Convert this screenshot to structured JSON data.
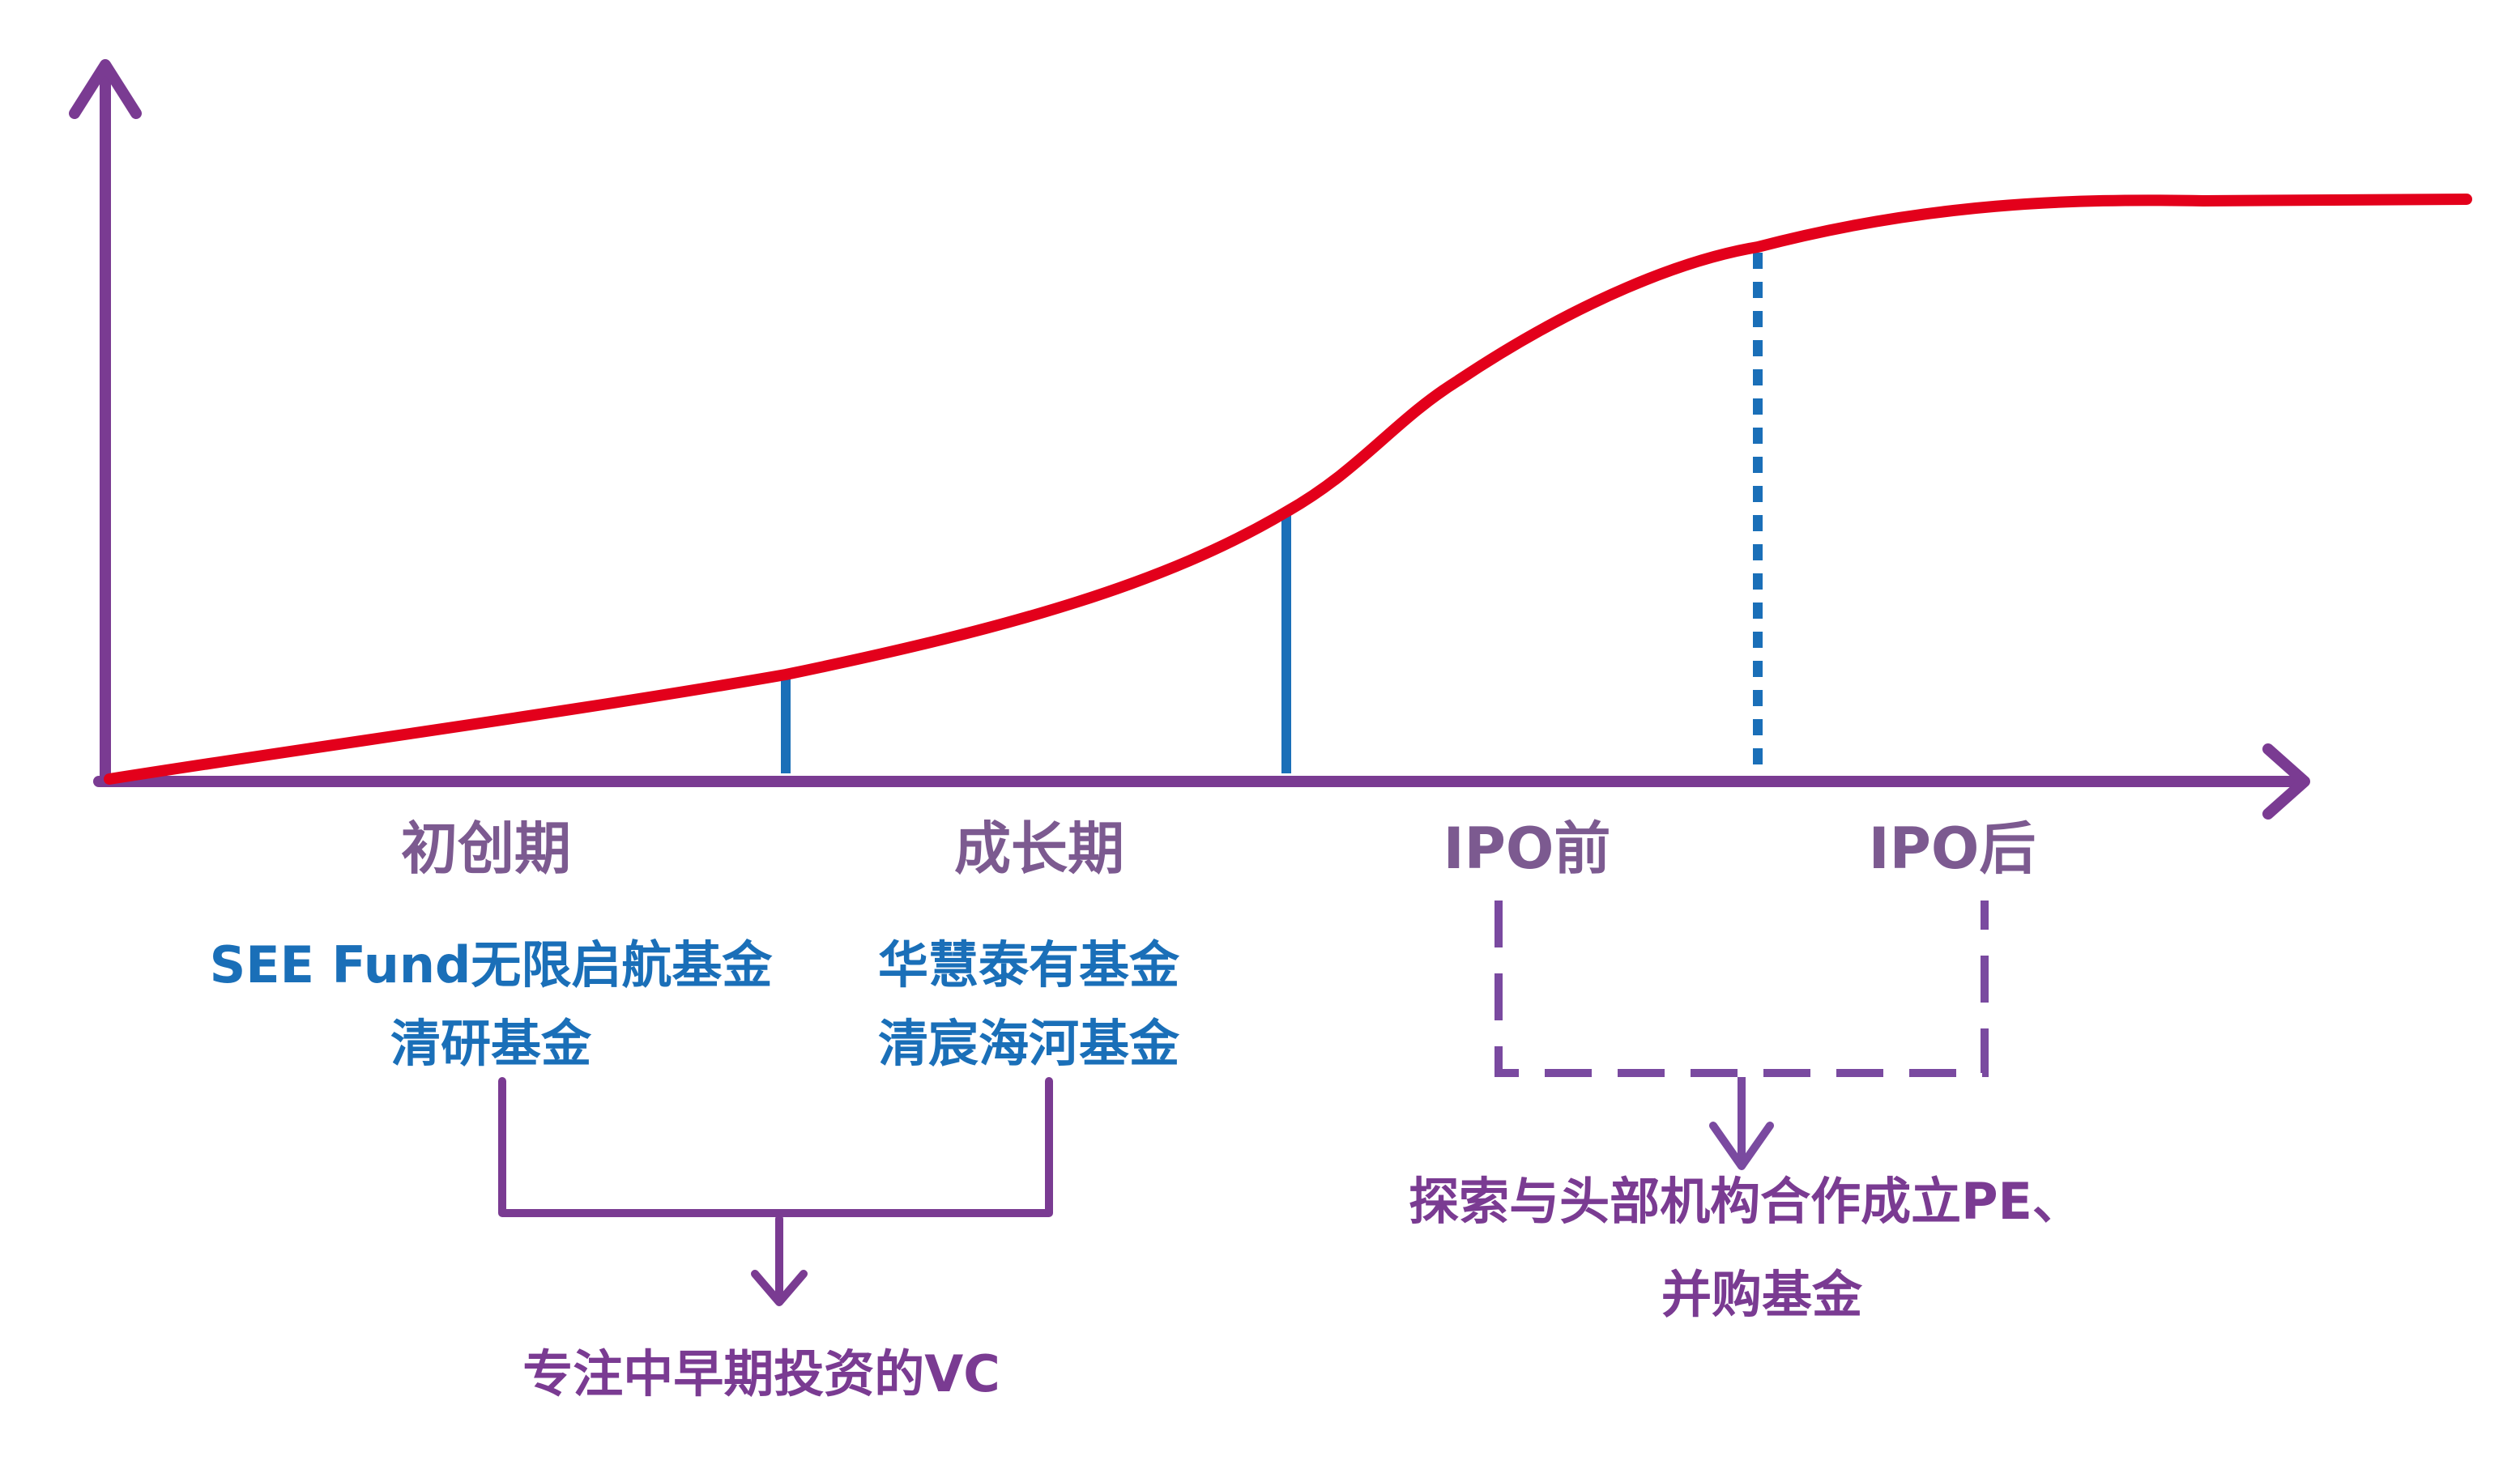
{
  "colors": {
    "axis": "#7a3b92",
    "curve": "#e3001b",
    "divider": "#1a6fb8",
    "stage_text": "#7c5a90",
    "fund_text": "#1a6fb8",
    "summary_text": "#7a3b92",
    "bracket": "#7a3b92",
    "dashed_bracket": "#7a4aa0"
  },
  "stages": {
    "early": "初创期",
    "growth": "成长期",
    "pre_ipo": "IPO前",
    "post_ipo": "IPO后"
  },
  "funds": {
    "early": [
      "SEE Fund无限启航基金",
      "清研基金"
    ],
    "growth": [
      "华慧泰有基金",
      "清宸海河基金"
    ]
  },
  "summaries": {
    "vc": "专注中早期投资的VC",
    "pe_line1": "探索与头部机构合作成立PE、",
    "pe_line2": "并购基金"
  }
}
